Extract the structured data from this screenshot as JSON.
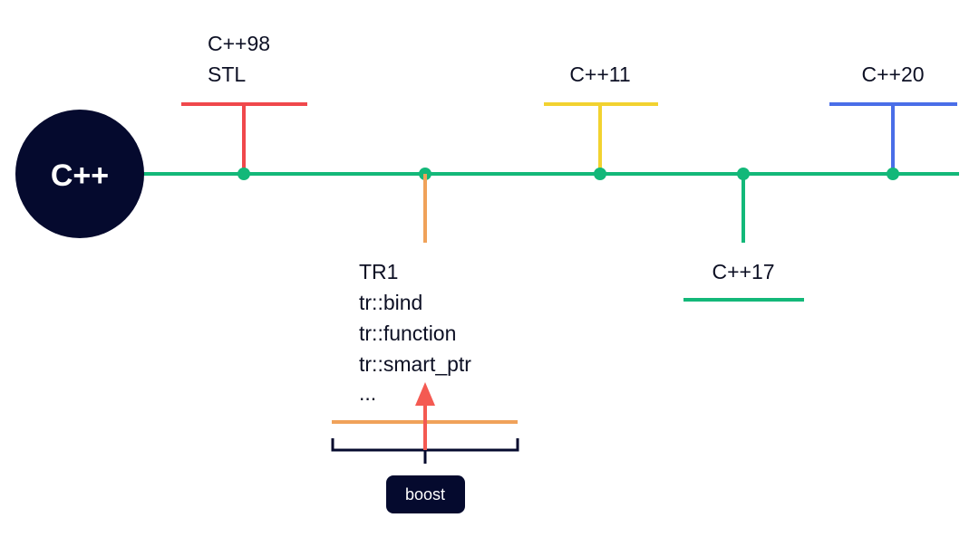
{
  "logo": {
    "text": "C++"
  },
  "milestones": {
    "cpp98": {
      "lines": [
        "C++98",
        "STL"
      ]
    },
    "tr1": {
      "lines": [
        "TR1",
        "tr::bind",
        "tr::function",
        "tr::smart_ptr",
        "..."
      ]
    },
    "cpp11": {
      "lines": [
        "C++11"
      ]
    },
    "cpp17": {
      "lines": [
        "C++17"
      ]
    },
    "cpp20": {
      "lines": [
        "C++20"
      ]
    }
  },
  "boost": {
    "label": "boost"
  },
  "colors": {
    "timeline": "#13b879",
    "cpp98": "#f0484c",
    "tr1": "#f0a25a",
    "cpp11": "#f2d230",
    "cpp17": "#13b879",
    "cpp20": "#4a6ee8",
    "dark": "#050a2e",
    "arrow": "#f45a52"
  }
}
